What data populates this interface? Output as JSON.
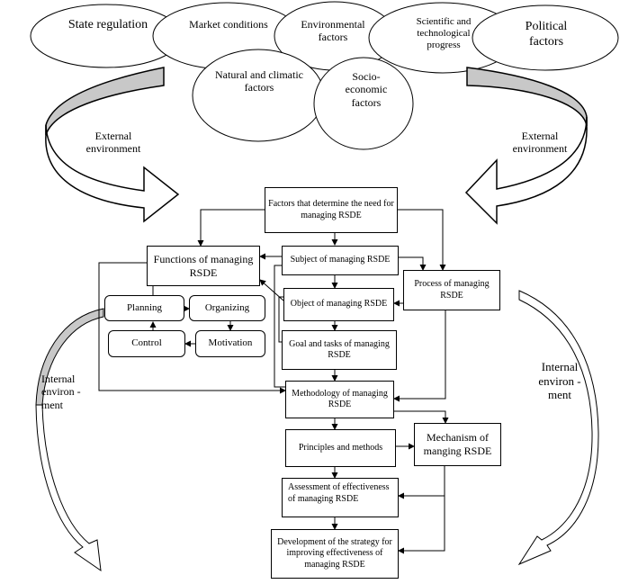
{
  "external_factors": {
    "state_regulation": "State regulation",
    "market_conditions": "Market conditions",
    "environmental": "Environmental factors",
    "scientific": "Scientific and technological progress",
    "political": "Political factors",
    "natural": "Natural and climatic factors",
    "socio_economic": "Socio-economic factors"
  },
  "external_label_left": "External environment",
  "external_label_right": "External environment",
  "internal_label_left": "Internal environ -ment",
  "internal_label_right": "Internal environ -ment",
  "nodes": {
    "factors_need": "Factors that determine the need for managing RSDE",
    "functions": "Functions of managing RSDE",
    "subject": "Subject of managing RSDE",
    "object": "Object of managing RSDE",
    "process": "Process of managing RSDE",
    "goal": "Goal and tasks of managing RSDE",
    "planning": "Planning",
    "organizing": "Organizing",
    "control": "Control",
    "motivation": "Motivation",
    "methodology": "Methodology of managing RSDE",
    "principles": "Principles and methods",
    "mechanism": "Mechanism of manging RSDE",
    "assessment": "Assessment of effectiveness of managing RSDE",
    "development": "Development of the strategy for improving effectiveness of managing RSDE"
  },
  "colors": {
    "stroke": "#000000",
    "arrow_fill": "#c8c8c8",
    "background": "#ffffff"
  }
}
